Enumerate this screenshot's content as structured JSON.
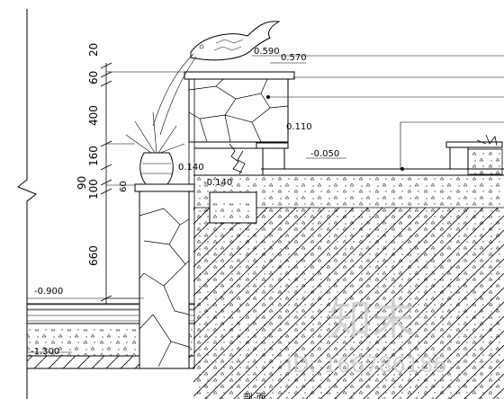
{
  "elevations": {
    "top_0590": "0.590",
    "top_0570": "0.570",
    "step_0110": "0.110",
    "paving_neg_0050": "-0.050",
    "pot_ledge_0140": "0.140",
    "planter_neg_0140": "-0.140",
    "water_neg_0900": "-0.900",
    "pool_floor_neg_1300": "-1.300"
  },
  "dimensions": {
    "d20": "20",
    "d60a": "60",
    "d400": "400",
    "d160": "160",
    "d90": "90",
    "d60b": "60",
    "d100": "100",
    "d660": "660"
  },
  "watermark": {
    "logo_text": "知末",
    "id_text": "ID: 166786186"
  },
  "bottom_caption": "剖 面"
}
